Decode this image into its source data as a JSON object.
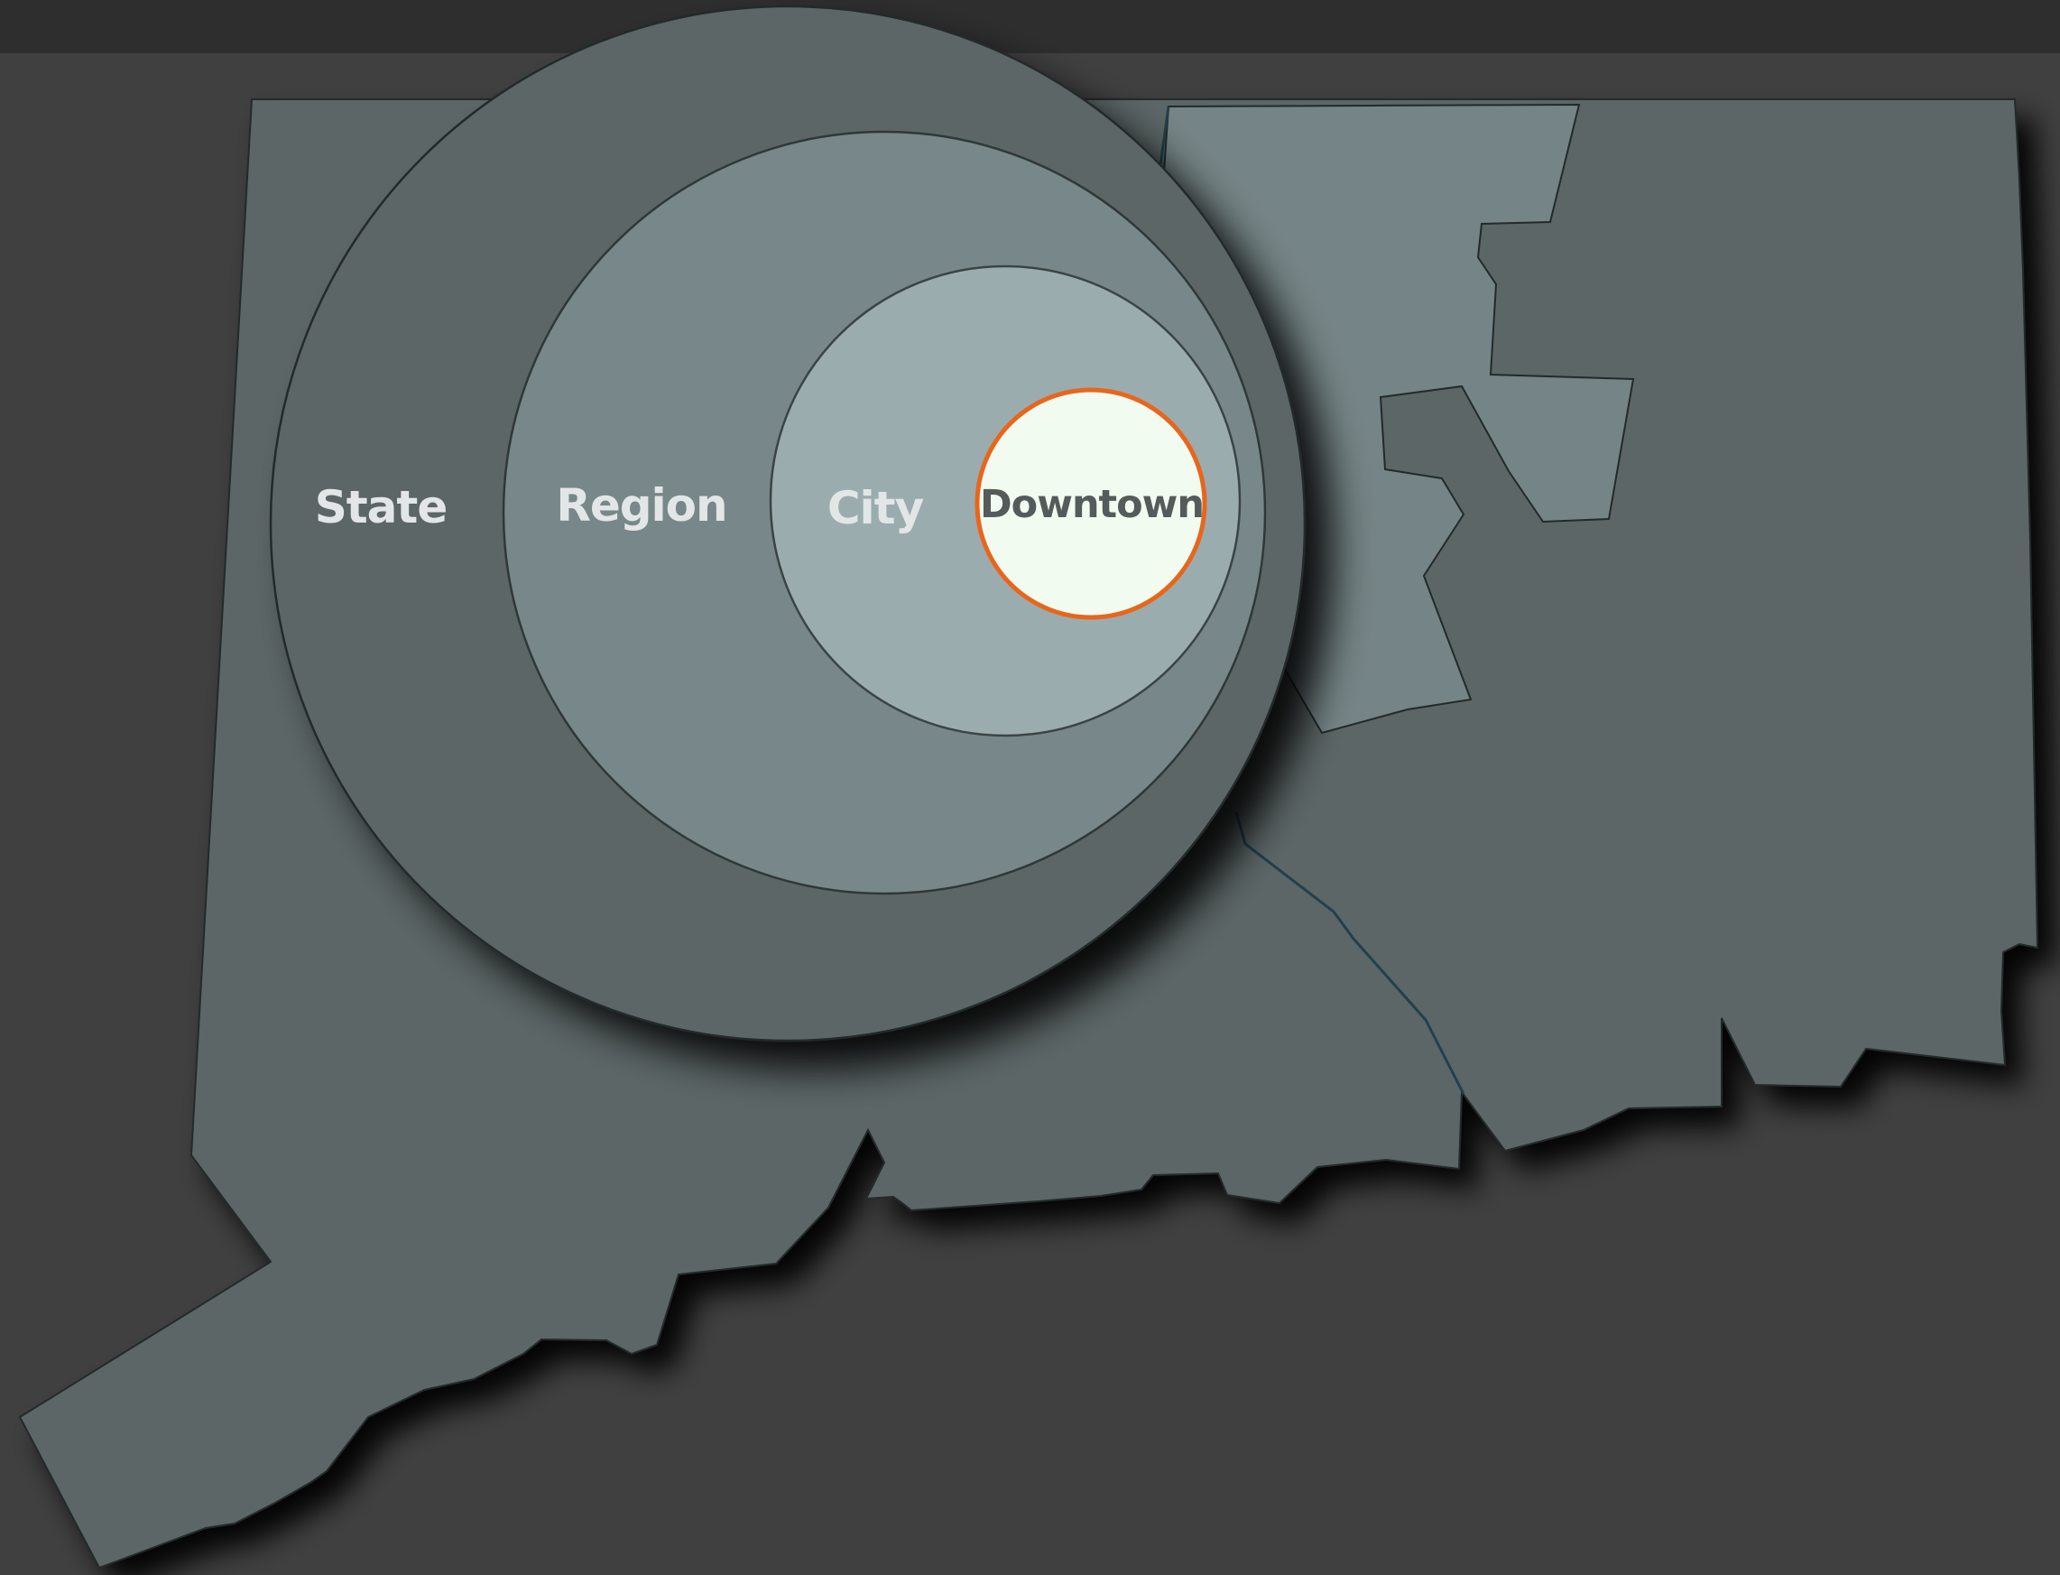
{
  "labels": {
    "outer": "State",
    "second": "Region",
    "third": "City",
    "core": "Downtown"
  },
  "colors": {
    "background": "#404040",
    "top_bar": "#2e2e2e",
    "land_dark": "#5c6666",
    "land_light": "#748486",
    "ring_state": "#5c6666",
    "ring_region": "#788789",
    "ring_city": "#9bacaf",
    "core_fill": "#f1fbf0",
    "core_stroke": "#e8661c",
    "light_text": "#e3e6e6",
    "dark_text": "#555a5a",
    "river": "#23404d"
  }
}
